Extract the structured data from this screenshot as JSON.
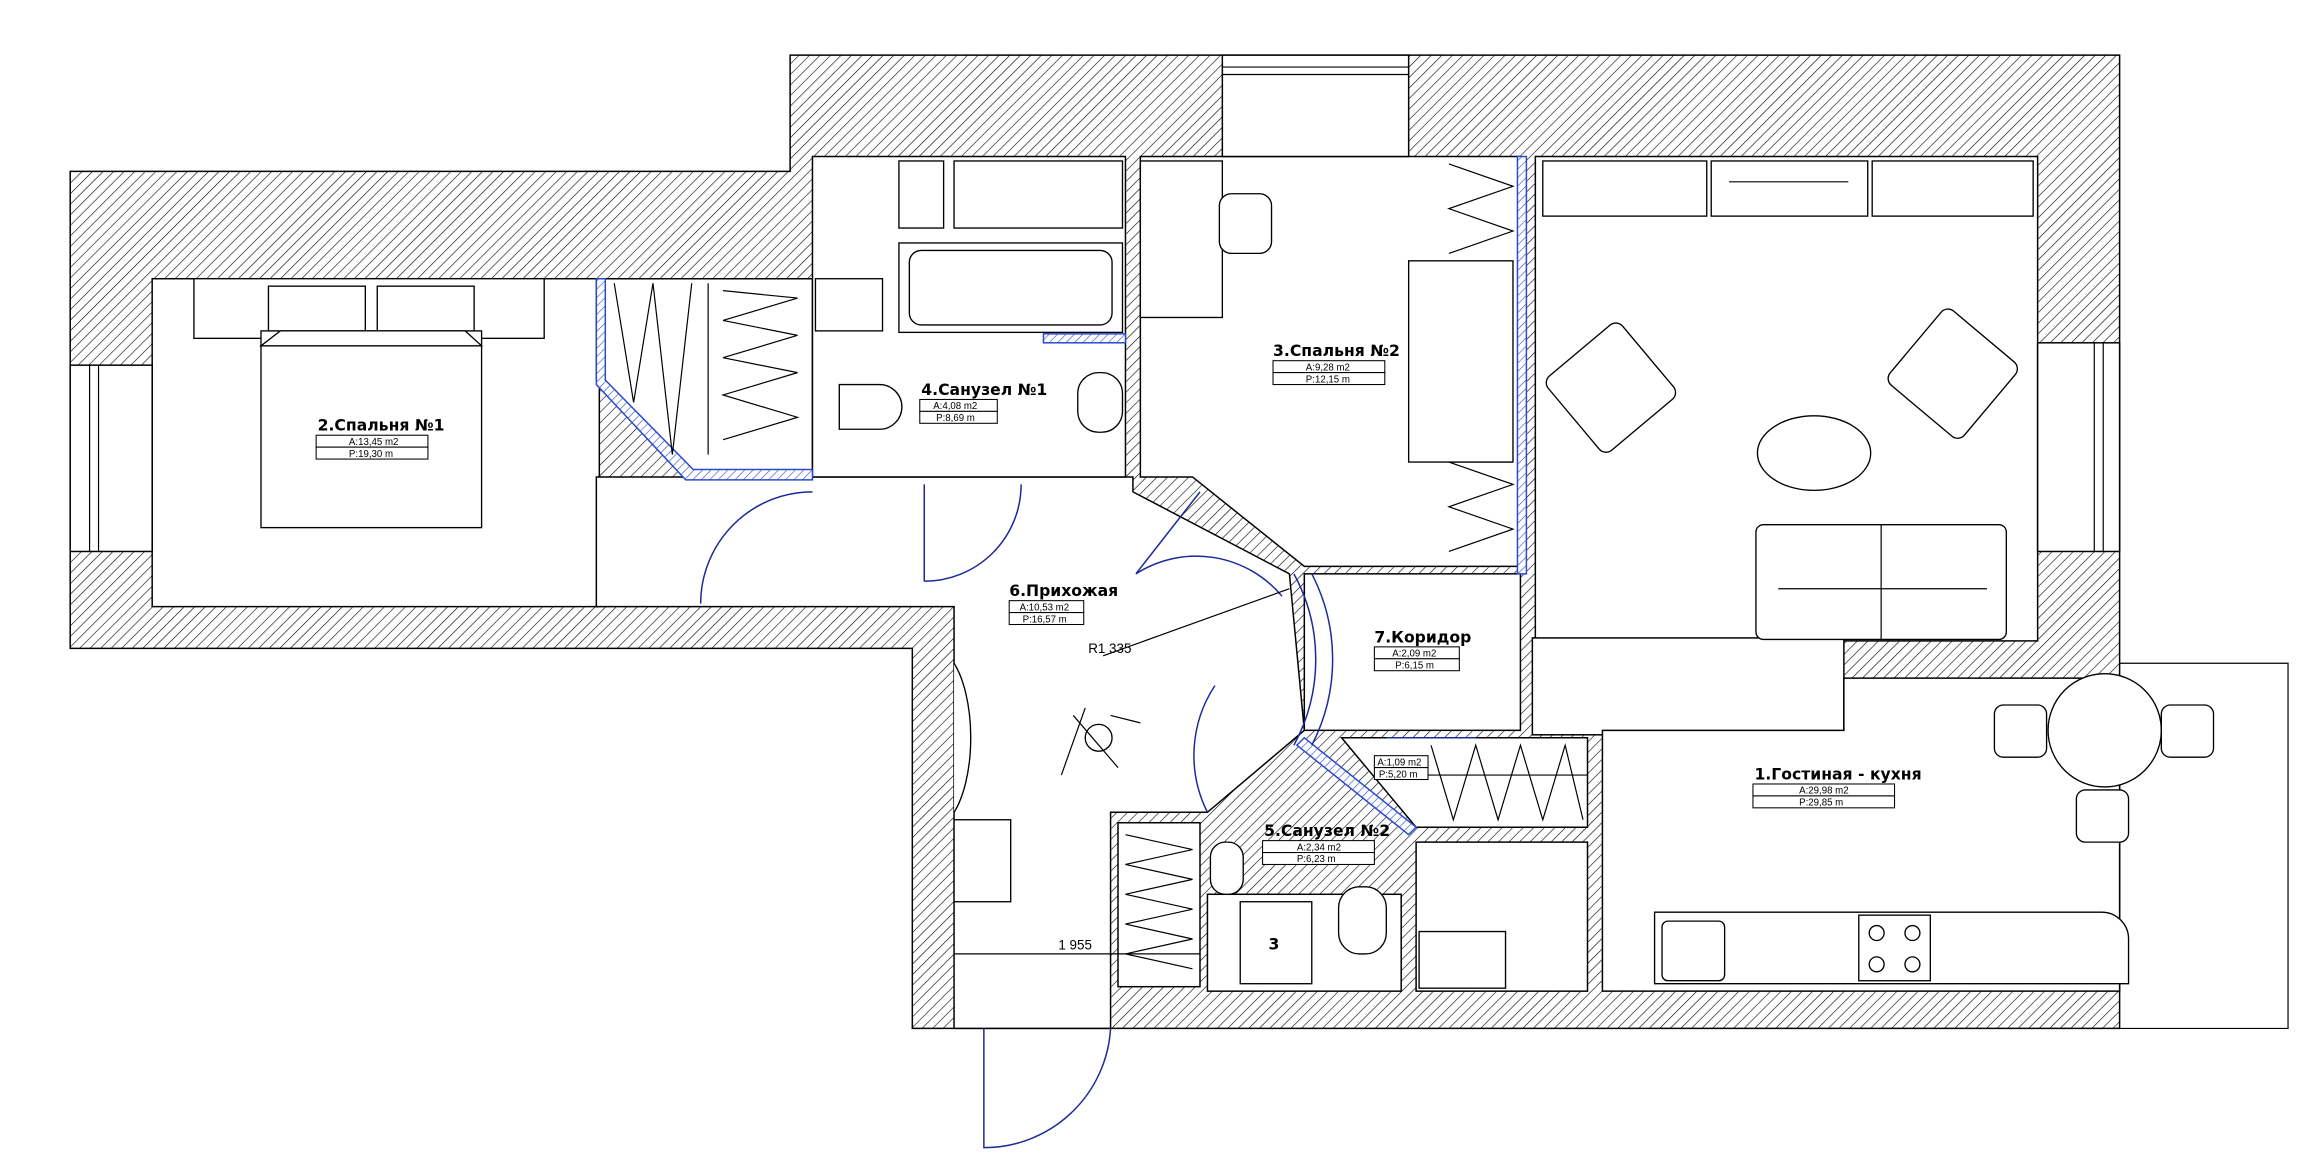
{
  "title": "Floor plan",
  "rooms": [
    {
      "name": "1.Гостиная - кухня",
      "area": "A:29,98 m2",
      "perimeter": "P:29,85 m"
    },
    {
      "name": "2.Спальня №1",
      "area": "A:13,45 m2",
      "perimeter": "P:19,30 m"
    },
    {
      "name": "3.Спальня №2",
      "area": "A:9,28 m2",
      "perimeter": "P:12,15 m"
    },
    {
      "name": "4.Санузел №1",
      "area": "A:4,08 m2",
      "perimeter": "P:8,69 m"
    },
    {
      "name": "5.Санузел №2",
      "area": "A:2,34 m2",
      "perimeter": "P:6,23 m"
    },
    {
      "name": "6.Прихожая",
      "area": "A:10,53 m2",
      "perimeter": "P:16,57 m"
    },
    {
      "name": "7.Коридор",
      "area": "A:2,09 m2",
      "perimeter": "P:6,15 m"
    }
  ],
  "closet": {
    "area": "A:1,09 m2",
    "perimeter": "P:5,20 m"
  },
  "dimensions": {
    "radius": "R1 335",
    "width": "1 955"
  },
  "appliance_label": "3",
  "colors": {
    "wall": "#000000",
    "new_partition": "#2a4ad0",
    "door": "#1a2a9a"
  }
}
